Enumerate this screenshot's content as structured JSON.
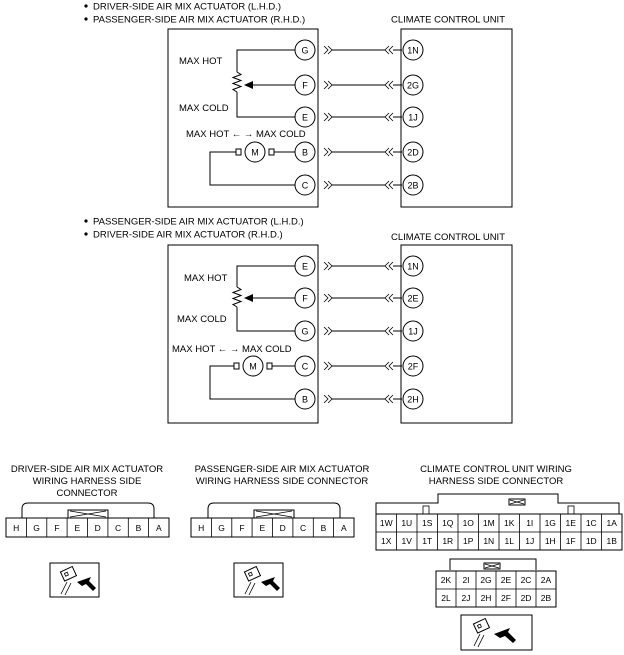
{
  "diagram1": {
    "bullets": [
      "DRIVER-SIDE AIR MIX ACTUATOR (L.H.D.)",
      "PASSENGER-SIDE AIR MIX ACTUATOR (R.H.D.)"
    ],
    "ccu_label": "CLIMATE CONTROL UNIT",
    "max_hot": "MAX HOT",
    "max_cold": "MAX COLD",
    "motor_label": "MAX HOT ← → MAX COLD",
    "motor": "M",
    "actuator_pins": [
      "G",
      "F",
      "E",
      "B",
      "C"
    ],
    "ccu_pins": [
      "1N",
      "2G",
      "1J",
      "2D",
      "2B"
    ]
  },
  "diagram2": {
    "bullets": [
      "PASSENGER-SIDE AIR MIX ACTUATOR (L.H.D.)",
      "DRIVER-SIDE AIR MIX ACTUATOR (R.H.D.)"
    ],
    "ccu_label": "CLIMATE CONTROL UNIT",
    "max_hot": "MAX HOT",
    "max_cold": "MAX COLD",
    "motor_label": "MAX HOT ← → MAX COLD",
    "motor": "M",
    "actuator_pins": [
      "E",
      "F",
      "G",
      "C",
      "B"
    ],
    "ccu_pins": [
      "1N",
      "2E",
      "1J",
      "2F",
      "2H"
    ]
  },
  "connectors": {
    "driver": {
      "title_lines": [
        "DRIVER-SIDE AIR MIX ACTUATOR",
        "WIRING HARNESS SIDE",
        "CONNECTOR"
      ],
      "pins": [
        "H",
        "G",
        "F",
        "E",
        "D",
        "C",
        "B",
        "A"
      ]
    },
    "passenger": {
      "title_lines": [
        "PASSENGER-SIDE AIR MIX ACTUATOR",
        "WIRING HARNESS SIDE CONNECTOR"
      ],
      "pins": [
        "H",
        "G",
        "F",
        "E",
        "D",
        "C",
        "B",
        "A"
      ]
    },
    "ccu": {
      "title_lines": [
        "CLIMATE CONTROL UNIT WIRING",
        "HARNESS SIDE CONNECTOR"
      ],
      "main_rows": [
        [
          "1W",
          "1U",
          "1S",
          "1Q",
          "1O",
          "1M",
          "1K",
          "1I",
          "1G",
          "1E",
          "1C",
          "1A"
        ],
        [
          "1X",
          "1V",
          "1T",
          "1R",
          "1P",
          "1N",
          "1L",
          "1J",
          "1H",
          "1F",
          "1D",
          "1B"
        ]
      ],
      "sub_rows": [
        [
          "2K",
          "2I",
          "2G",
          "2E",
          "2C",
          "2A"
        ],
        [
          "2L",
          "2J",
          "2H",
          "2F",
          "2D",
          "2B"
        ]
      ]
    }
  },
  "icons": {
    "harness_view": "connector-harness-view-icon"
  }
}
